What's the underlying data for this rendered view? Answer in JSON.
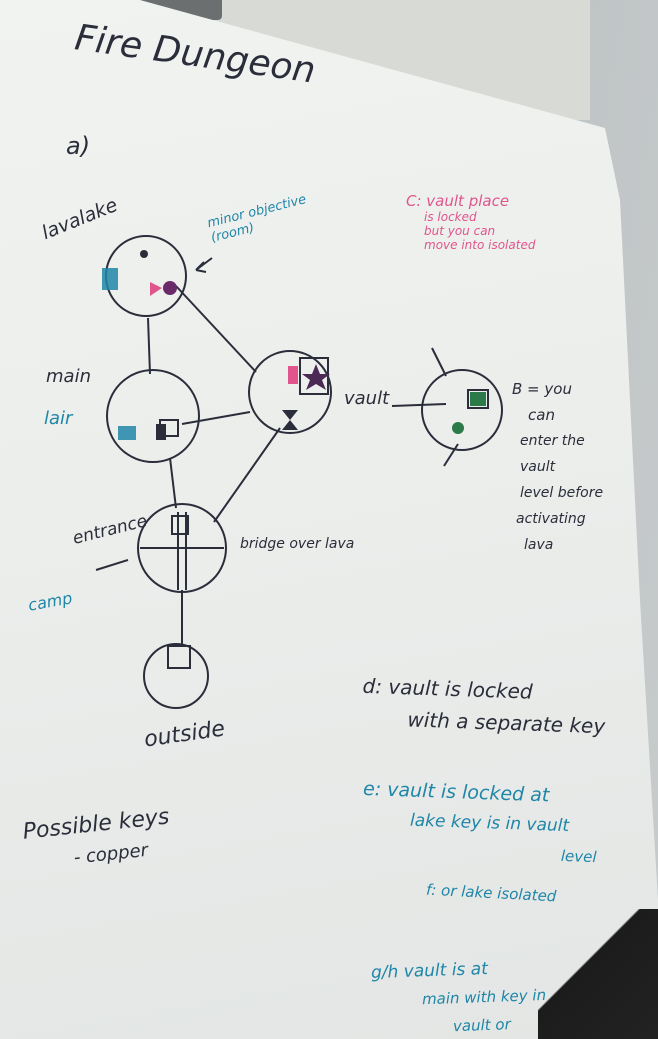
{
  "title": "Fire Dungeon",
  "part_label": "a)",
  "rooms": {
    "lava_lake": "lavalake",
    "minor_objective": "minor objective\n(room)",
    "main_lair_1": "main",
    "main_lair_2": "lair",
    "vault": "vault",
    "entrance": "entrance",
    "camp": "camp",
    "bridge": "bridge over lava",
    "outside": "outside"
  },
  "notes": {
    "c": [
      "C: vault place",
      "is locked",
      "but you can",
      "move into isolated"
    ],
    "b": [
      "B = you",
      "can",
      "enter the",
      "vault",
      "level before",
      "activating",
      "lava"
    ],
    "d": [
      "d: vault is locked",
      "with a separate key"
    ],
    "e": [
      "e: vault is locked at",
      "lake key is in vault",
      "level"
    ],
    "f": "f: or lake isolated",
    "g": [
      "g/h vault is at",
      "main with key in",
      "vault or"
    ]
  },
  "possible_keys": {
    "heading": "Possible keys",
    "item": "- copper"
  },
  "colors": {
    "ink": "#2b2d3a",
    "teal": "#1f86a8",
    "pink": "#e0558c",
    "purple": "#6a2a6a",
    "green": "#2c7a4a"
  }
}
